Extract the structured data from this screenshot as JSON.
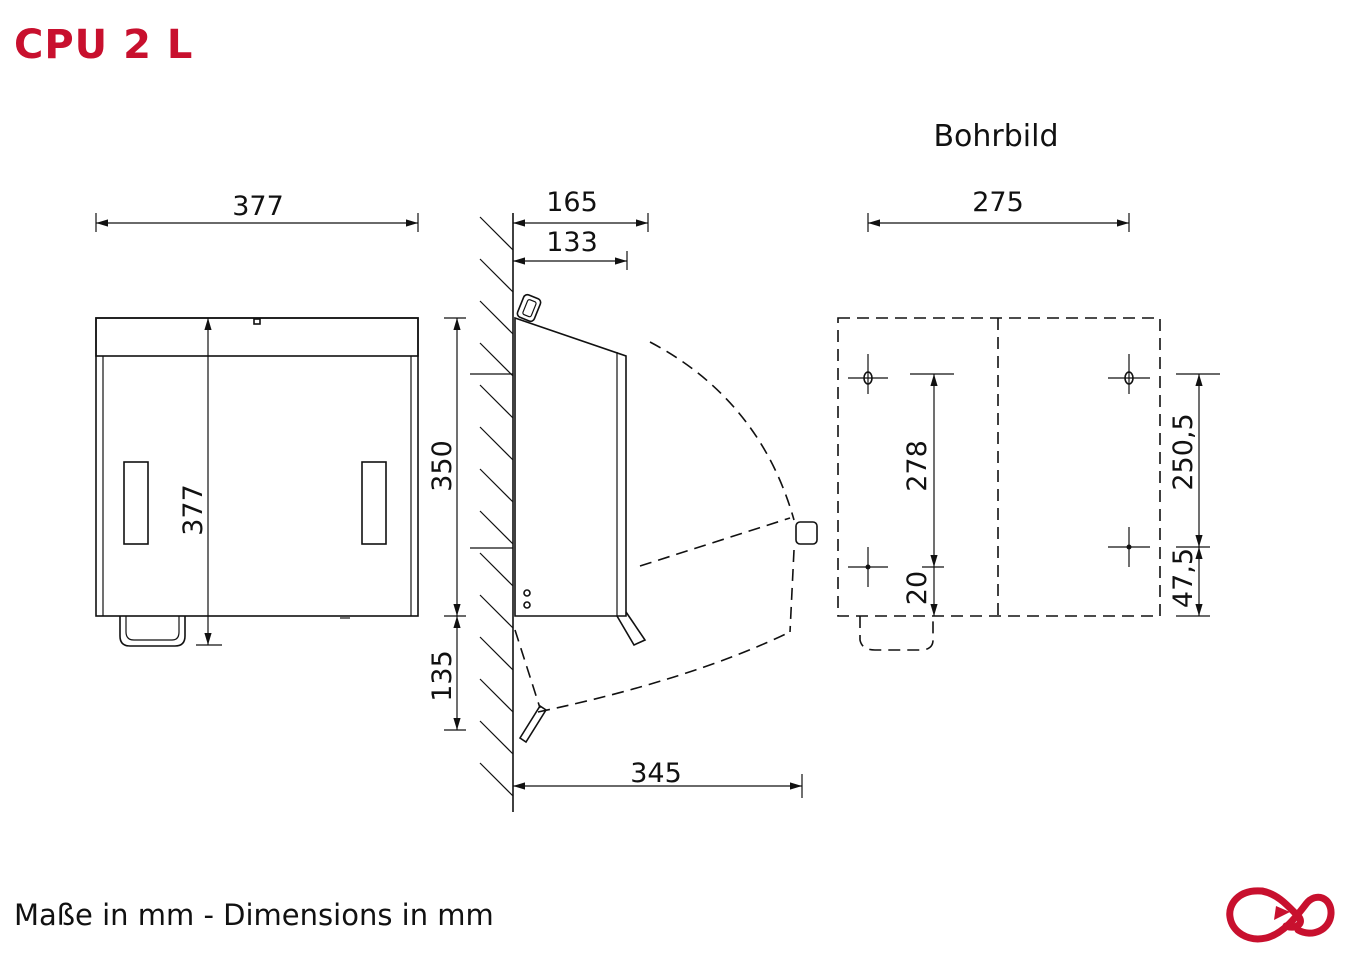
{
  "header": {
    "title": "CPU 2 L"
  },
  "footer": {
    "note": "Maße in mm - Dimensions in mm"
  },
  "diagram": {
    "drill_label": "Bohrbild",
    "front_view": {
      "width": "377",
      "height": "377"
    },
    "side_view": {
      "depth_top": "165",
      "depth_inner": "133",
      "height": "350",
      "bottom": "135",
      "open_reach": "345"
    },
    "drill_pattern": {
      "width": "275",
      "left_height": "278",
      "left_bottom": "20",
      "right_height": "250,5",
      "right_bottom": "47,5"
    }
  },
  "colors": {
    "brand": "#c8102e",
    "line": "#111111"
  },
  "logo": {
    "icon": "interlocking-loops-logo"
  }
}
